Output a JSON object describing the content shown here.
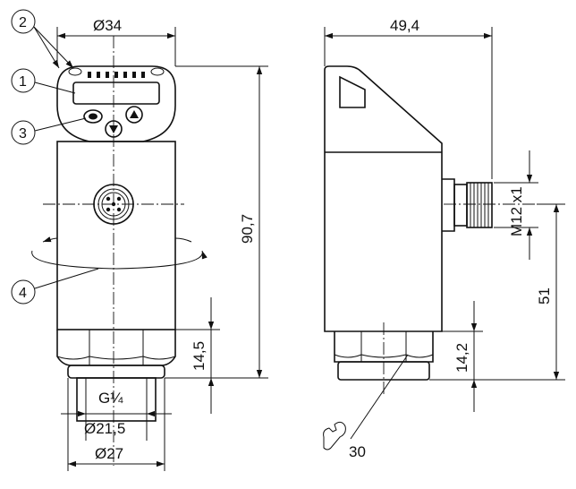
{
  "front_view": {
    "dim_top": "Ø34",
    "dim_height": "90,7",
    "dim_thread_height": "14,5",
    "thread_label": "G¼",
    "dim_inner_dia": "Ø21,5",
    "dim_outer_dia": "Ø27",
    "callouts": [
      "2",
      "1",
      "3",
      "4"
    ]
  },
  "side_view": {
    "dim_depth": "49,4",
    "dim_connector": "M12 x1",
    "dim_connector_height": "51",
    "dim_thread_height": "14,2",
    "wrench_size": "30"
  }
}
